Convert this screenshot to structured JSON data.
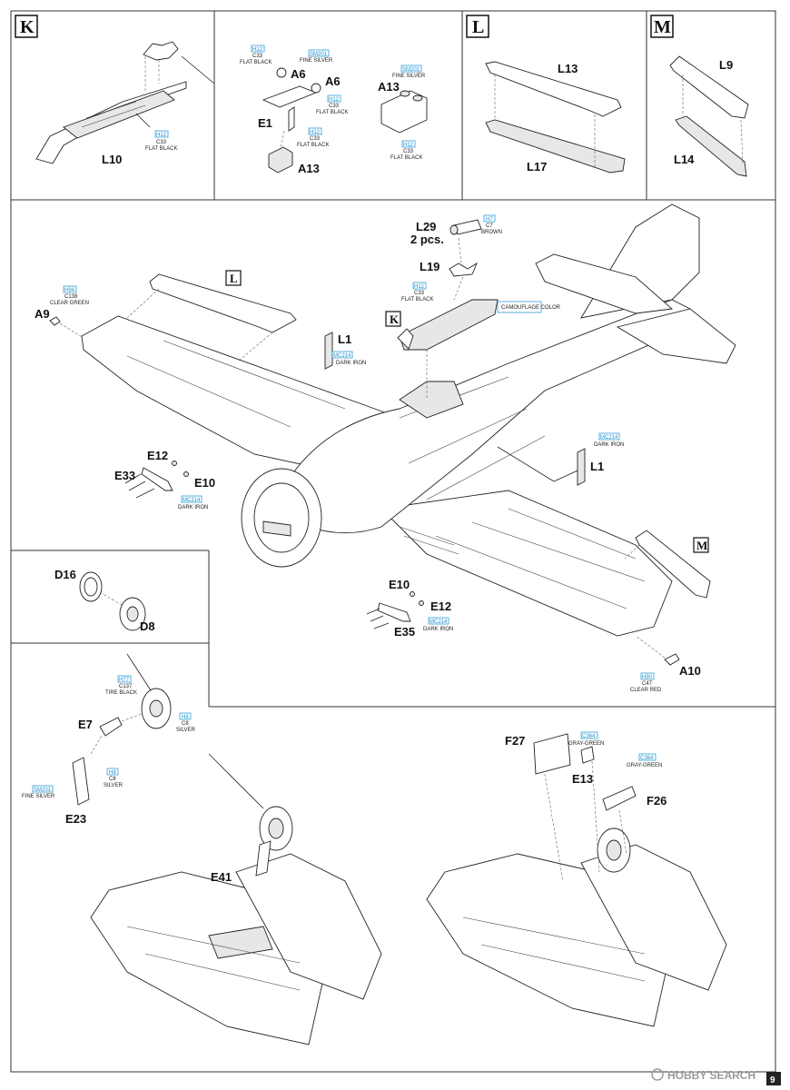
{
  "sections": {
    "K": "K",
    "L": "L",
    "M": "M"
  },
  "parts": {
    "L10": "L10",
    "A6": "A6",
    "E1": "E1",
    "A13": "A13",
    "L13": "L13",
    "L17": "L17",
    "L9": "L9",
    "L14": "L14",
    "L29": "L29",
    "two_pcs": "2 pcs.",
    "L19": "L19",
    "A9": "A9",
    "L1": "L1",
    "E12": "E12",
    "E33": "E33",
    "E10": "E10",
    "D16": "D16",
    "D8": "D8",
    "E35": "E35",
    "A10": "A10",
    "E7": "E7",
    "E23": "E23",
    "E41": "E41",
    "F27": "F27",
    "E13": "E13",
    "F26": "F26"
  },
  "paints": {
    "flat_black": {
      "gunze": "H12",
      "mr": "C33",
      "name": "FLAT BLACK"
    },
    "fine_silver": {
      "gunze": "SM201",
      "name": "FINE SILVER"
    },
    "brown": {
      "gunze": "H7",
      "mr": "C7",
      "name": "BROWN"
    },
    "camouflage": {
      "name": "CAMOUFLAGE COLOR"
    },
    "dark_iron": {
      "gunze": "MC214",
      "name": "DARK IRON"
    },
    "clear_green": {
      "gunze": "H94",
      "mr": "C138",
      "name": "CLEAR GREEN"
    },
    "clear_red": {
      "gunze": "H90",
      "mr": "C47",
      "name": "CLEAR RED"
    },
    "tire_black": {
      "gunze": "H77",
      "mr": "C137",
      "name": "TIRE BLACK"
    },
    "silver": {
      "gunze": "H8",
      "mr": "C8",
      "name": "SILVER"
    },
    "gray_green": {
      "mr": "C364",
      "name": "GRAY-GREEN"
    }
  },
  "watermark": "HOBBY SEARCH",
  "page_number": "9",
  "colors": {
    "callout": "#1a8fd1",
    "line": "#222222",
    "paper": "#ffffff"
  }
}
